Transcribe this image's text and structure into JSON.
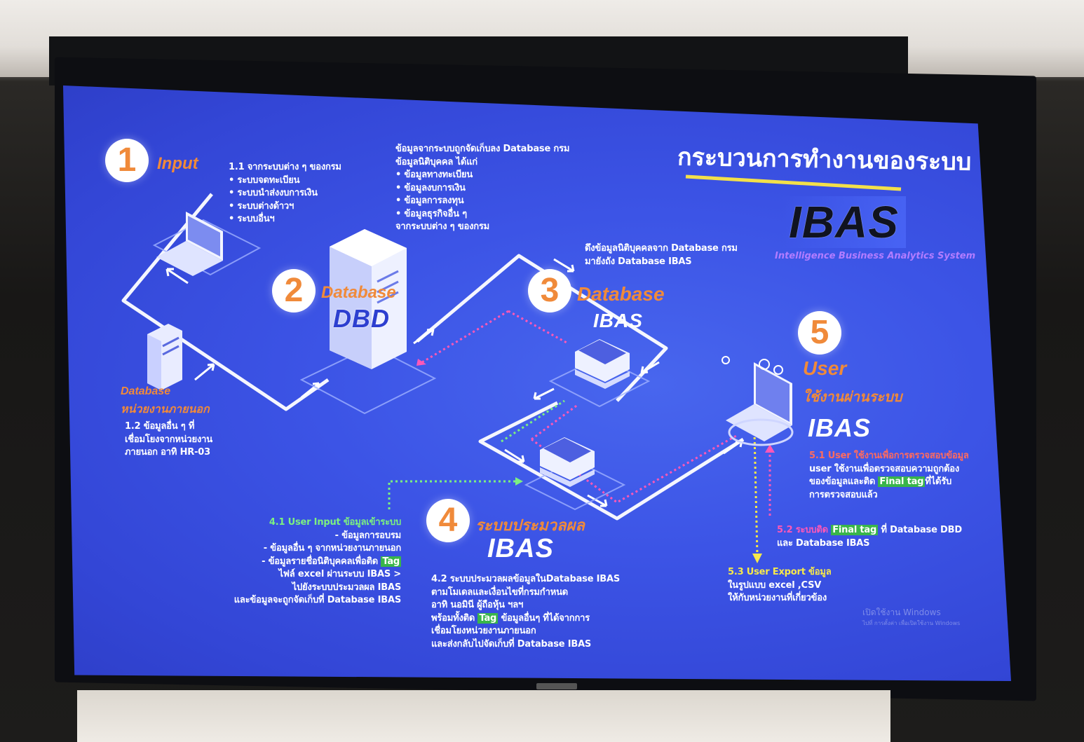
{
  "title": "กระบวนการทำงานของระบบ",
  "logo": {
    "name": "IBAS",
    "tagline": "Intelligence Business Analytics System"
  },
  "step1": {
    "number": "1",
    "label": "Input",
    "heading": "1.1 จากระบบต่าง ๆ ของกรม",
    "items": [
      "• ระบบจดทะเบียน",
      "• ระบบนำส่งงบการเงิน",
      "• ระบบต่างด้าวฯ",
      "• ระบบอื่นฯ"
    ]
  },
  "external": {
    "label1": "Database",
    "label2": "หน่วยงานภายนอก",
    "desc": [
      "1.2 ข้อมูลอื่น ๆ ที่",
      "เชื่อมโยงจากหน่วยงาน",
      "ภายนอก อาทิ HR-03"
    ]
  },
  "step2": {
    "number": "2",
    "label": "Database",
    "badge": "DBD",
    "desc": [
      "ข้อมูลจากระบบถูกจัดเก็บลง Database กรม",
      "ข้อมูลนิติบุคคล ได้แก่",
      "• ข้อมูลทางทะเบียน",
      "• ข้อมูลงบการเงิน",
      "• ข้อมูลการลงทุน",
      "• ข้อมูลธุรกิจอื่น ๆ",
      "จากระบบต่าง ๆ ของกรม"
    ]
  },
  "step3": {
    "number": "3",
    "label": "Database",
    "badge": "IBAS",
    "desc": [
      "ดึงข้อมูลนิติบุคคลจาก Database กรม",
      "มายังถัง Database IBAS"
    ]
  },
  "step4": {
    "number": "4",
    "label": "ระบบประมวลผล",
    "badge": "IBAS",
    "input_title": "4.1 User Input ข้อมูลเข้าระบบ",
    "input_items": [
      "-  ข้อมูลการอบรม",
      "-  ข้อมูลอื่น ๆ จากหน่วยงานภายนอก",
      "-  ข้อมูลรายชื่อนิติบุคคลเพื่อติด",
      "ไฟล์ excel  ผ่านระบบ IBAS >",
      "ไปยังระบบประมวลผล IBAS",
      "และข้อมูลจะถูกจัดเก็บที่ Database IBAS"
    ],
    "tag": "Tag",
    "process": [
      "4.2 ระบบประมวลผลข้อมูลในDatabase IBAS",
      "ตามโมเดลและเงื่อนไขที่กรมกำหนด",
      "อาทิ นอมินี  ผู้ถือหุ้น ฯลฯ",
      "พร้อมทั้งติด",
      "ข้อมูลอื่นๆ ที่ได้จากการ",
      "เชื่อมโยงหน่วยงานภายนอก",
      "และส่งกลับไปจัดเก็บที่ Database IBAS"
    ]
  },
  "step5": {
    "number": "5",
    "label": "User",
    "sub": "ใช้งานผ่านระบบ",
    "badge": "IBAS",
    "s51_title": "5.1 User ใช้งานเพื่อการตรวจสอบข้อมูล",
    "s51_lines": [
      "user ใช้งานเพื่อตรวจสอบความถูกต้อง",
      "ของข้อมูลและติด",
      "ที่ได้รับ",
      "การตรวจสอบแล้ว"
    ],
    "final_tag": "Final tag",
    "s52_title": "5.2 ระบบติด",
    "s52_rest": "ที่ Database DBD",
    "s52_line2": "และ Database IBAS",
    "s53_title": "5.3 User Export ข้อมูล",
    "s53_lines": [
      "ในรูปแบบ excel ,CSV",
      "ให้กับหน่วยงานที่เกี่ยวข้อง"
    ]
  },
  "watermark": [
    "เปิดใช้งาน Windows",
    "ไปที่ การตั้งค่า เพื่อเปิดใช้งาน Windows"
  ],
  "colors": {
    "screen": "#3c54e6",
    "accent_orange": "#f08a3a",
    "green": "#7cf081",
    "pink": "#ff58b7",
    "yellow": "#f7e94a"
  }
}
